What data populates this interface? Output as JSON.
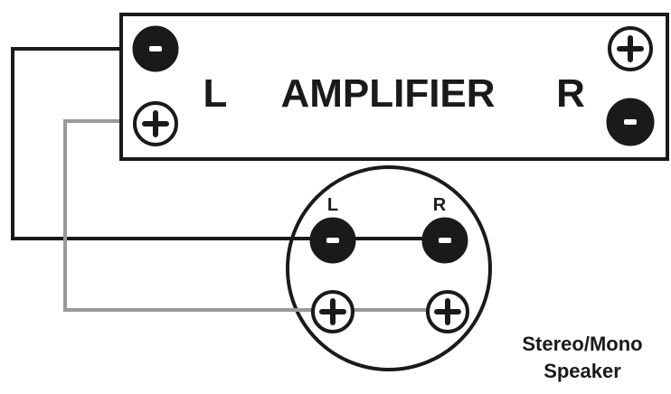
{
  "amplifier": {
    "left_label": "L",
    "title": "AMPLIFIER",
    "right_label": "R",
    "terminals": [
      {
        "id": "amp-left-negative",
        "symbol": "−",
        "kind": "negative"
      },
      {
        "id": "amp-left-positive",
        "symbol": "+",
        "kind": "positive"
      },
      {
        "id": "amp-right-positive",
        "symbol": "+",
        "kind": "positive"
      },
      {
        "id": "amp-right-negative",
        "symbol": "−",
        "kind": "negative"
      }
    ]
  },
  "speaker": {
    "left_label": "L",
    "right_label": "R",
    "caption_line1": "Stereo/Mono",
    "caption_line2": "Speaker",
    "terminals": [
      {
        "id": "spk-left-negative",
        "symbol": "−",
        "kind": "negative"
      },
      {
        "id": "spk-right-negative",
        "symbol": "−",
        "kind": "negative"
      },
      {
        "id": "spk-left-positive",
        "symbol": "+",
        "kind": "positive"
      },
      {
        "id": "spk-right-positive",
        "symbol": "+",
        "kind": "positive"
      }
    ]
  },
  "wires": [
    {
      "id": "negative-wire",
      "color": "#1a1a1a"
    },
    {
      "id": "positive-wire",
      "color": "#9a9a9a"
    }
  ],
  "colors": {
    "negative_terminal": "#1a1a1a",
    "positive_terminal": "#ffffff",
    "outline": "#1a1a1a"
  }
}
